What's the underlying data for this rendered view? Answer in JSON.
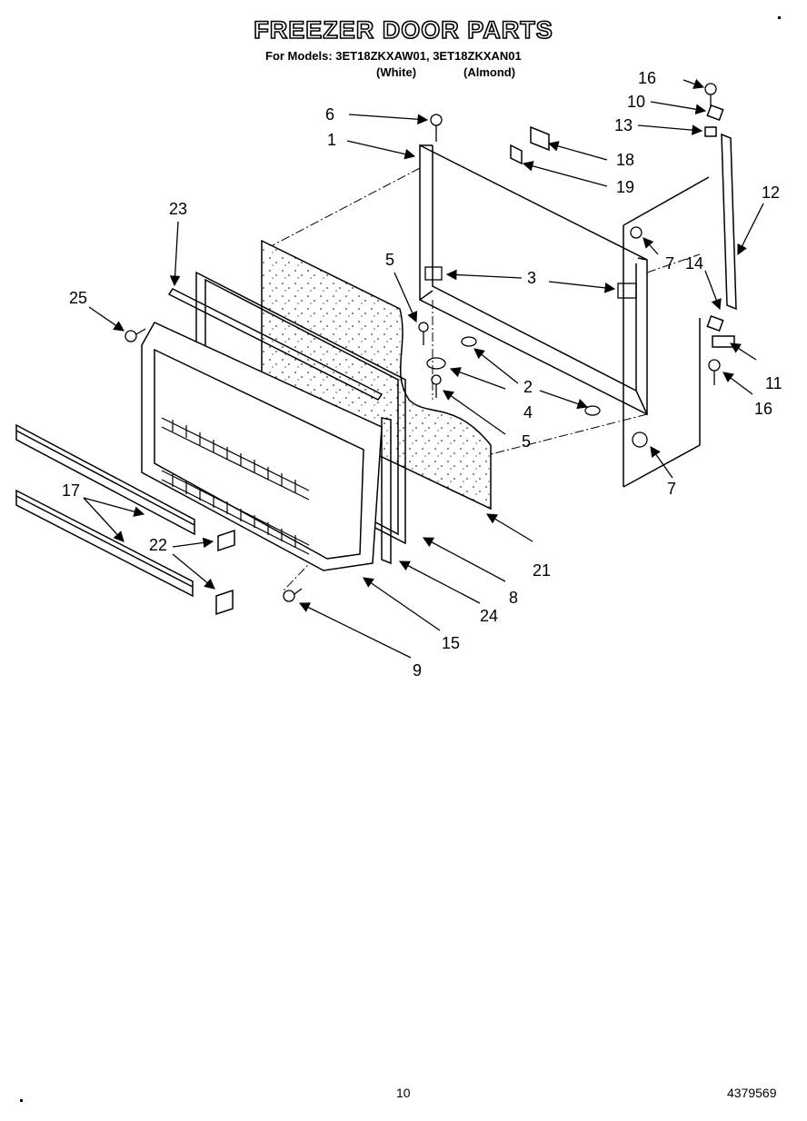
{
  "header": {
    "title": "FREEZER DOOR PARTS",
    "models_line": "For Models: 3ET18ZKXAW01, 3ET18ZKXAN01",
    "color_white": "(White)",
    "color_almond": "(Almond)"
  },
  "callouts": [
    "1",
    "2",
    "3",
    "4",
    "5",
    "5",
    "6",
    "7",
    "7",
    "8",
    "9",
    "10",
    "11",
    "12",
    "13",
    "14",
    "15",
    "16",
    "16",
    "17",
    "18",
    "19",
    "21",
    "22",
    "23",
    "24",
    "25"
  ],
  "footer": {
    "page_number": "10",
    "document_number": "4379569"
  }
}
